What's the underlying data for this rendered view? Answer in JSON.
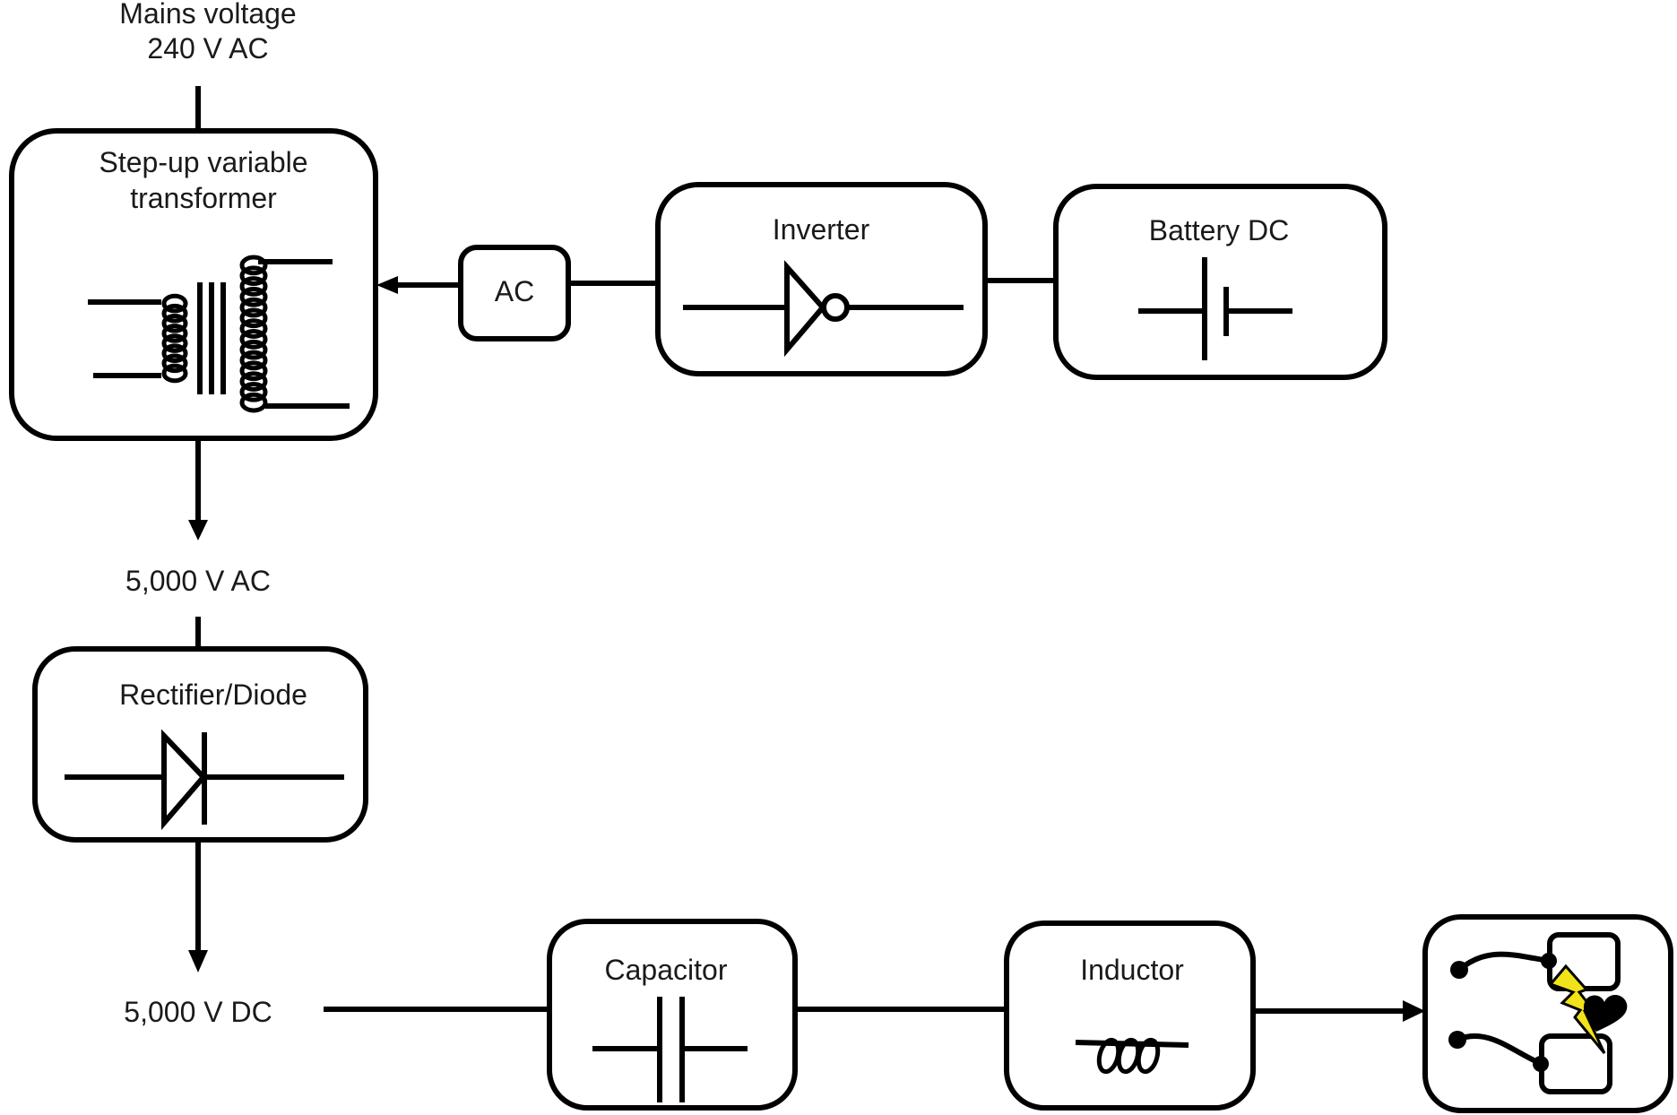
{
  "diagram": {
    "input_label_line1": "Mains voltage",
    "input_label_line2": "240 V AC",
    "blocks": {
      "transformer": {
        "label_line1": "Step-up variable",
        "label_line2": "transformer",
        "symbol": "transformer-icon"
      },
      "ac": {
        "label": "AC"
      },
      "inverter": {
        "label": "Inverter",
        "symbol": "inverter-gate-icon"
      },
      "battery": {
        "label": "Battery DC",
        "symbol": "battery-icon"
      },
      "rectifier": {
        "label": "Rectifier/Diode",
        "symbol": "diode-icon"
      },
      "capacitor": {
        "label": "Capacitor",
        "symbol": "capacitor-icon"
      },
      "inductor": {
        "label": "Inductor",
        "symbol": "inductor-icon"
      },
      "output": {
        "label": "",
        "symbol": "defibrillator-paddles-heart-icon"
      }
    },
    "intermediate_labels": {
      "after_transformer": "5,000 V AC",
      "after_rectifier": "5,000 V DC"
    },
    "colors": {
      "line": "#000000",
      "lightning": "#f2e21a",
      "heart": "#000000"
    }
  }
}
